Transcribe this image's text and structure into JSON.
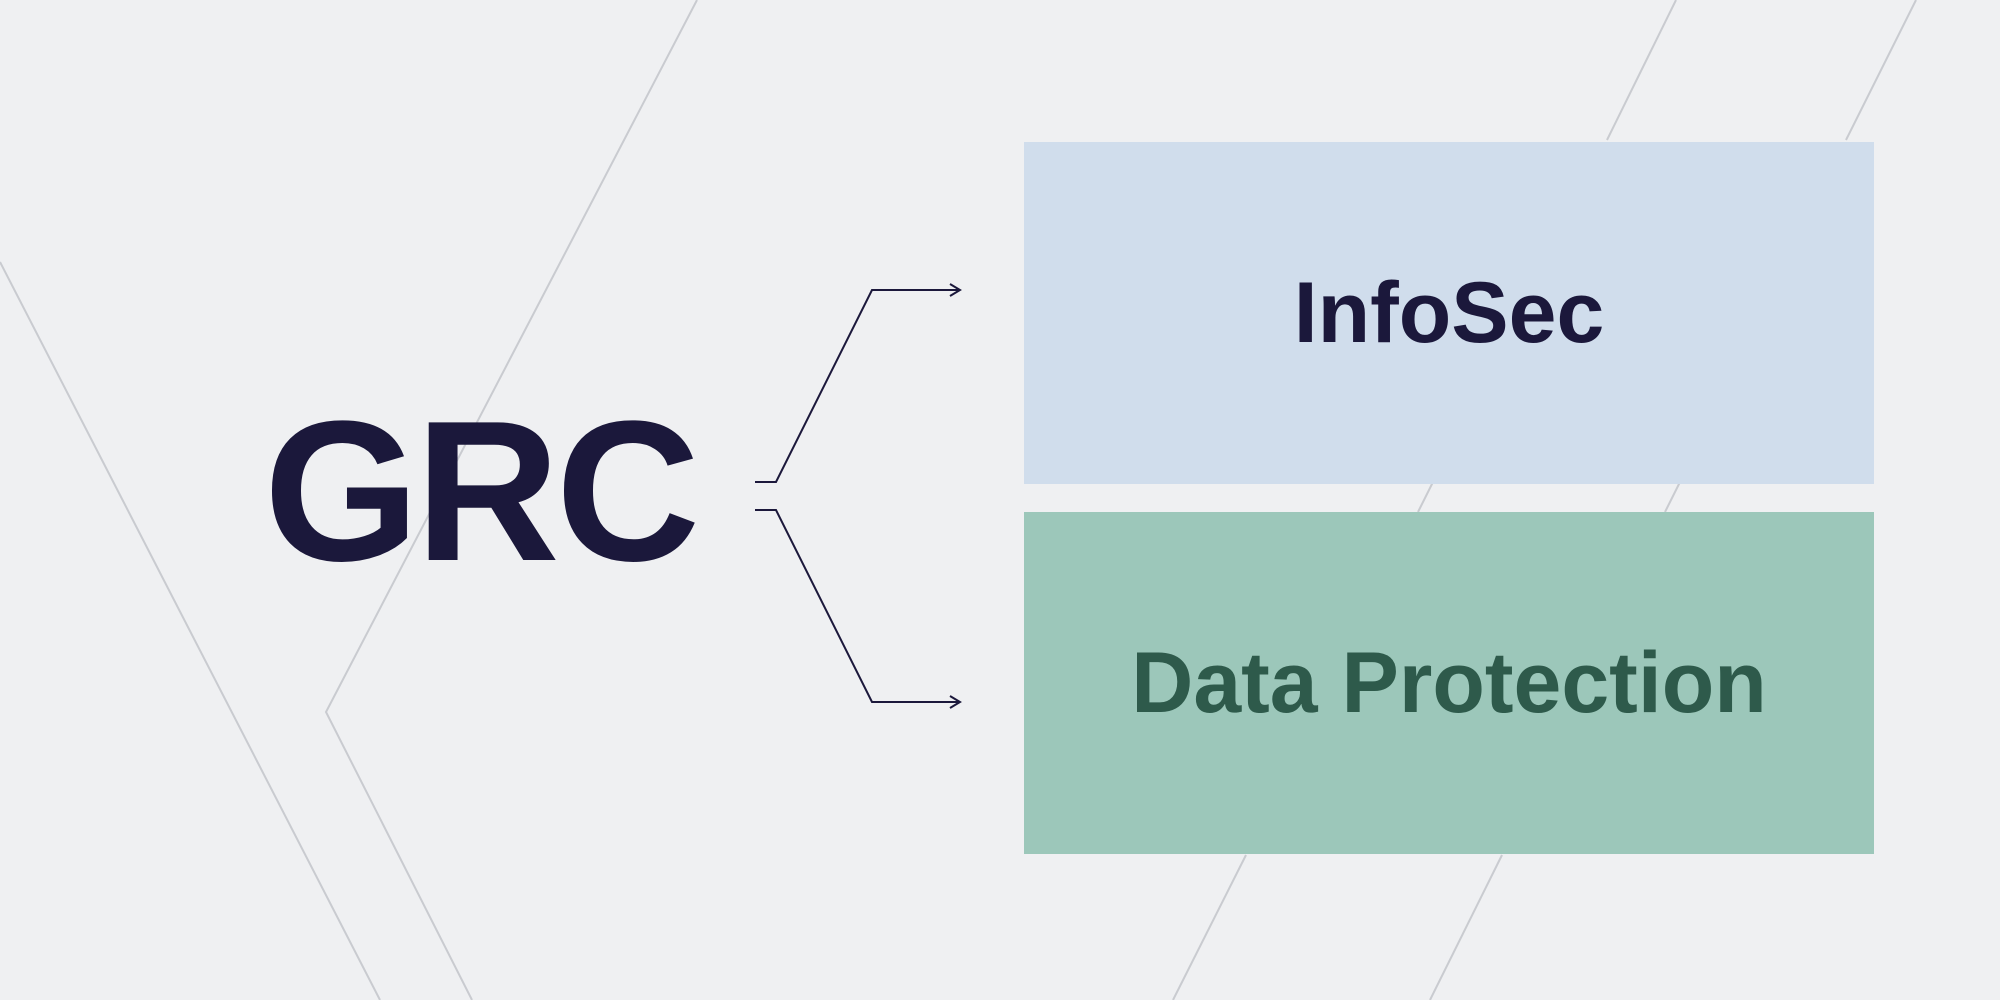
{
  "diagram": {
    "source": {
      "label": "GRC"
    },
    "targets": [
      {
        "label": "InfoSec"
      },
      {
        "label": "Data Protection"
      }
    ]
  },
  "colors": {
    "background": "#EFF0F2",
    "source_text": "#1B183B",
    "infosec_box": "#D0DDEC",
    "infosec_text": "#1B183B",
    "dataprot_box": "#9CC7BA",
    "dataprot_text": "#2E5A4B",
    "connector": "#1B183B",
    "background_lines": "#C9CBD0"
  }
}
